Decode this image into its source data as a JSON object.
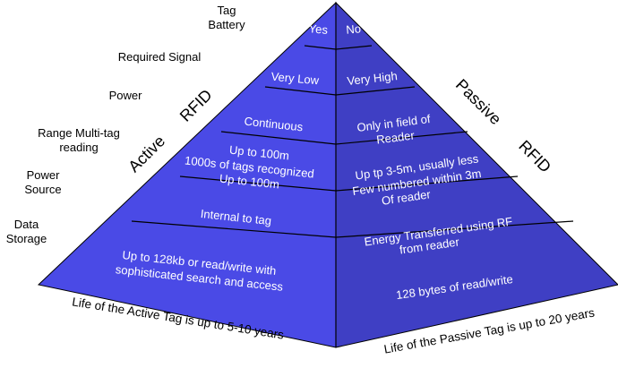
{
  "row_labels": {
    "tag_battery": [
      "Tag",
      "Battery"
    ],
    "required_signal": "Required Signal",
    "power": "Power",
    "range_multi_tag": [
      "Range Multi-tag",
      "reading"
    ],
    "power_source": [
      "Power",
      "Source"
    ],
    "data_storage": [
      "Data",
      "Storage"
    ]
  },
  "side_labels": {
    "active": "Active",
    "rfid_left": "RFID",
    "passive": "Passive",
    "rfid_right": "RFID"
  },
  "active_cells": {
    "battery": "Yes",
    "signal": "Very Low",
    "power": "Continuous",
    "range": [
      "Up to 100m",
      "1000s of tags recognized",
      "Up to 100m"
    ],
    "source": "Internal to tag",
    "storage": [
      "Up to 128kb or read/write with",
      "sophisticated search and access"
    ]
  },
  "passive_cells": {
    "battery": "No",
    "signal": "Very High",
    "power": [
      "Only in field of",
      "Reader"
    ],
    "range": [
      "Up tp 3-5m, usually less",
      "Few numbered within 3m",
      "Of reader"
    ],
    "source": [
      "Energy Transferred using RF",
      "from reader"
    ],
    "storage": "128 bytes of read/write"
  },
  "bottom_captions": {
    "active": "Life of the Active Tag is up to 5-10 years",
    "passive": "Life of the Passive Tag is up to 20 years"
  },
  "colors": {
    "active_face": "#4a4ae6",
    "passive_face": "#3f3fc4",
    "edge": "#000000",
    "text_on_face": "#ffffff",
    "caption_text": "#000000"
  }
}
